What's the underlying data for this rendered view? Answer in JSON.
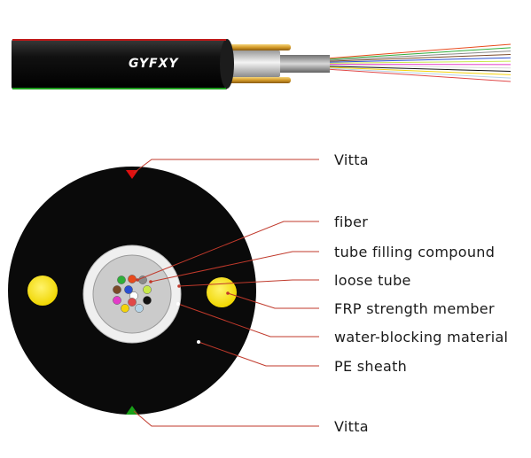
{
  "cable_brand": "GYFXY",
  "labels": {
    "vitta_top": "Vitta",
    "fiber": "fiber",
    "tube_filling_compound": "tube filling compound",
    "loose_tube": "loose tube",
    "frp_strength_member": "FRP strength member",
    "water_blocking_material": "water-blocking material",
    "pe_sheath": "PE sheath",
    "vitta_bottom": "Vitta"
  },
  "colors": {
    "sheath": "#0a0a0a",
    "leader_line": "#c0392b",
    "strength_member": "#ffee00",
    "vitta_top_marker": "#e01010",
    "vitta_bottom_marker": "#19a019",
    "tube_gel": "#c9c9c9",
    "loose_tube": "#f2f2f2"
  },
  "fiber_colors": [
    "#e84a1c",
    "#2fae3a",
    "#8a8a8a",
    "#7a4a2a",
    "#2a4fd0",
    "#c7e84a",
    "#e33cc8",
    "#ffffff",
    "#111111",
    "#f4d40a",
    "#b5d3e6",
    "#e04848"
  ]
}
